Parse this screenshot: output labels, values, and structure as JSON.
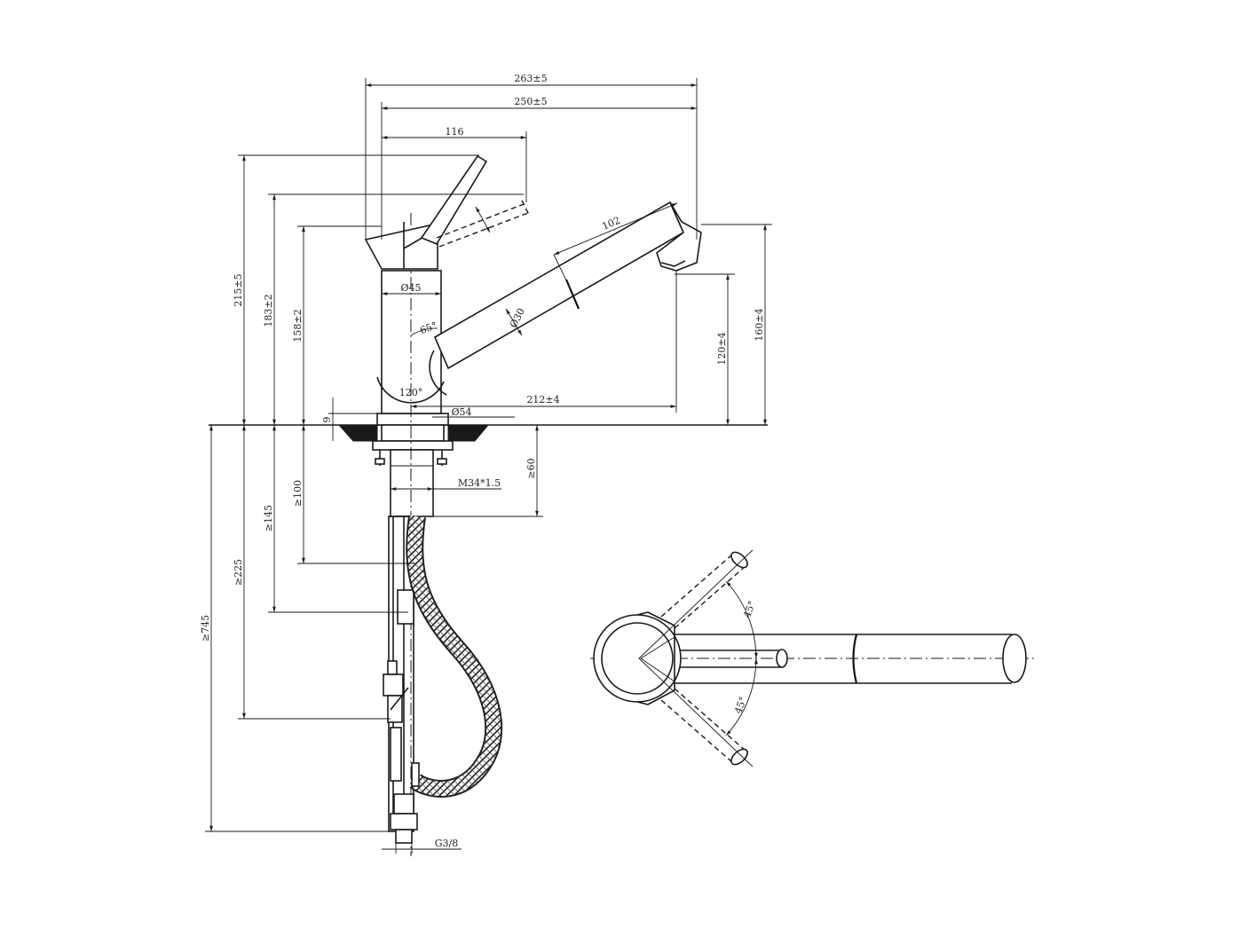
{
  "diagram": {
    "dimensions": {
      "overall_length": "263±5",
      "spout_length": "250±5",
      "handle_reach": "116",
      "spray_head": "102",
      "height_total": "215±5",
      "height_handle": "183±2",
      "height_body": "158±2",
      "outlet_height": "120±4",
      "spout_height": "160±4",
      "outlet_reach": "212±4",
      "body_diameter": "Ø45",
      "base_diameter": "Ø54",
      "spout_diameter": "Ø30",
      "swivel_angle": "65°",
      "rotation_angle": "120°",
      "base_thickness": "9",
      "thread": "M34*1.5",
      "shank_min": "≥60",
      "hose_100": "≥100",
      "hose_145": "≥145",
      "hose_225": "≥225",
      "hose_745": "≥745",
      "connector": "G3/8"
    },
    "top_view": {
      "angle_upper": "45°",
      "angle_lower": "45°"
    }
  }
}
